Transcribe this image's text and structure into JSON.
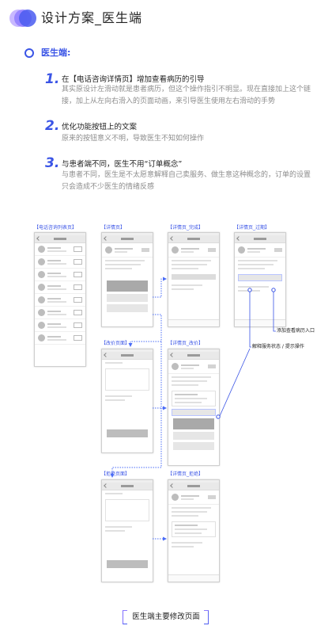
{
  "header": {
    "title": "设计方案_医生端"
  },
  "section": {
    "label": "医生端:"
  },
  "items": [
    {
      "number": "1.",
      "title": "在【电话咨询详情页】增加查看病历的引导",
      "desc": "其实原设计左滑动就是患者病历，但这个操作指引不明显。现在直接加上这个链接，加上从左向右滑入的页面动画，来引导医生使用左右滑动的手势"
    },
    {
      "number": "2.",
      "title": "优化功能按钮上的文案",
      "desc": "原来的按钮意义不明，导致医生不知如何操作"
    },
    {
      "number": "3.",
      "title": "与患者端不同，医生不用“订单概念”",
      "desc": "与患者不同，医生是不太愿意解释自己卖服务、做生意这种概念的，订单的设置只会造成不少医生的情绪反感"
    }
  ],
  "screens": {
    "list": "【电话咨询列表页】",
    "detail": "【详情页】",
    "detail_done": "【详情页_完成】",
    "detail_expired": "【详情页_过期】",
    "change_price": "【改价页面】",
    "detail_change": "【详情页_改价】",
    "reject": "【拒绝页面】",
    "detail_reject": "【详情页_拒绝】"
  },
  "annotations": {
    "add_record": "添加查看病历入口",
    "explain_status": "解释服务状态 / 提示操作"
  },
  "footer": {
    "caption": "医生端主要修改页面"
  },
  "colors": {
    "accent": "#3b55e6",
    "logo_purple": "#8f7bff",
    "connector": "#4a6cf7"
  },
  "icons": {
    "logo": "overlapping-circles-logo",
    "bullet": "ring-bullet-icon"
  }
}
